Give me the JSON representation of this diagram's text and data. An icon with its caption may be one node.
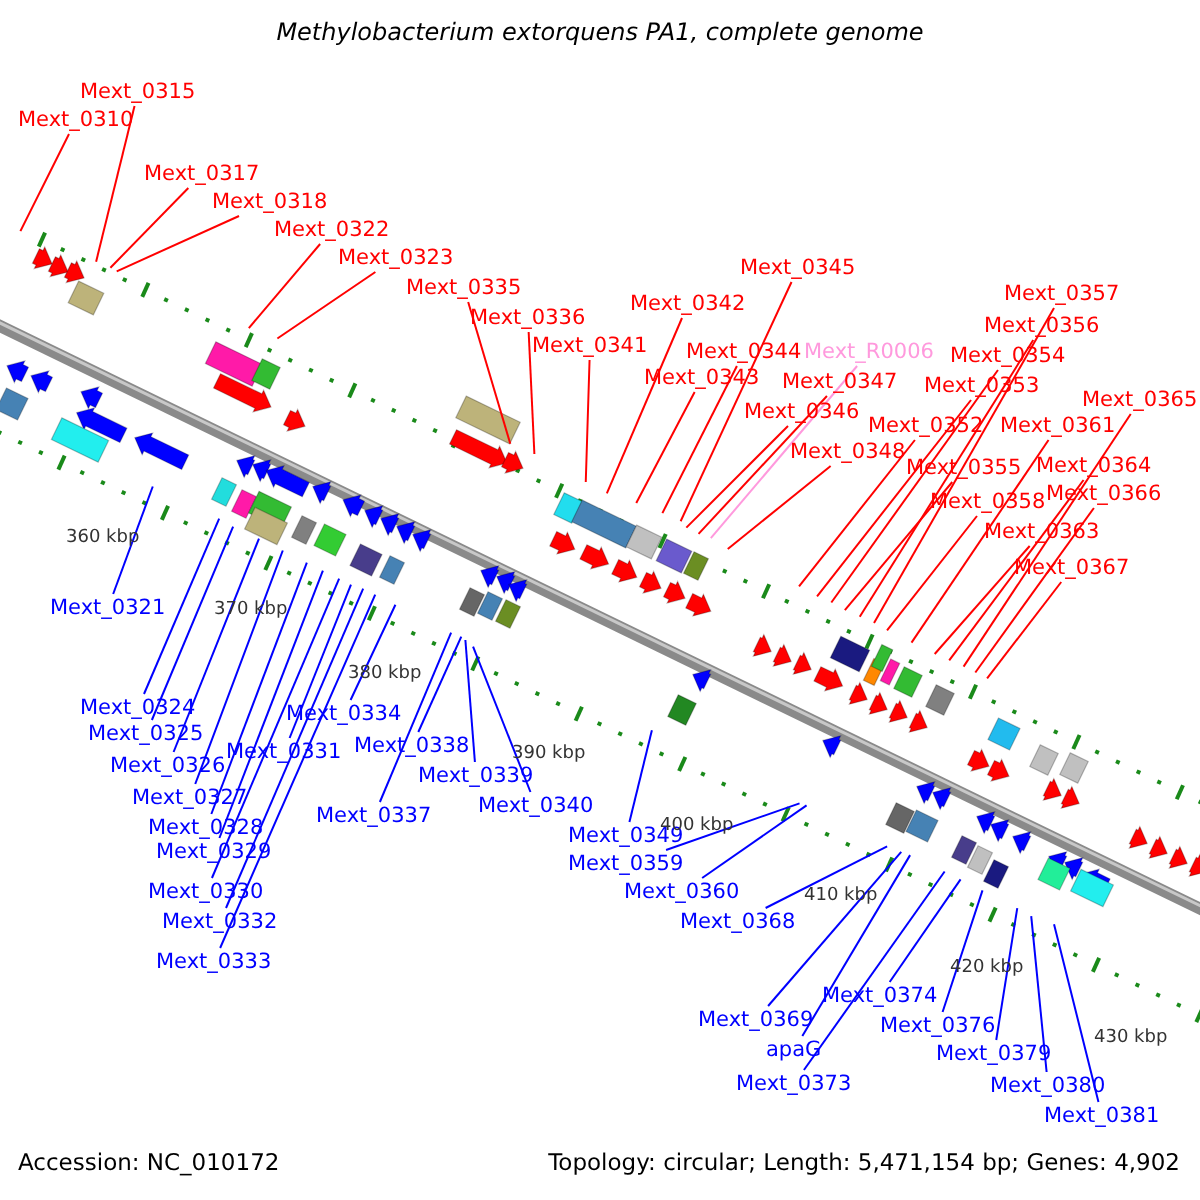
{
  "diagram": {
    "title": "Methylobacterium extorquens PA1, complete genome",
    "nodes": [
      {
        "text": [
          "Mext_0310"
        ]
      },
      {
        "text": [
          "Mext_0315"
        ]
      },
      {
        "text": [
          "Mext_0317"
        ]
      },
      {
        "text": [
          "Mext_0318"
        ]
      },
      {
        "text": [
          "Mext_0322"
        ]
      },
      {
        "text": [
          "Mext_0323"
        ]
      },
      {
        "text": [
          "Mext_0335"
        ]
      },
      {
        "text": [
          "Mext_0336"
        ]
      },
      {
        "text": [
          "Mext_0341"
        ]
      },
      {
        "text": [
          "Mext_0342"
        ]
      },
      {
        "text": [
          "Mext_0345"
        ]
      },
      {
        "text": [
          "Mext_0344"
        ]
      },
      {
        "text": [
          "Mext_0343"
        ]
      },
      {
        "text": [
          "Mext_R0006"
        ]
      },
      {
        "text": [
          "Mext_0347"
        ]
      },
      {
        "text": [
          "Mext_0346"
        ]
      },
      {
        "text": [
          "Mext_0348"
        ]
      },
      {
        "text": [
          "Mext_0357"
        ]
      },
      {
        "text": [
          "Mext_0356"
        ]
      },
      {
        "text": [
          "Mext_0354"
        ]
      },
      {
        "text": [
          "Mext_0353"
        ]
      },
      {
        "text": [
          "Mext_0352"
        ]
      },
      {
        "text": [
          "Mext_0355"
        ]
      },
      {
        "text": [
          "Mext_0358"
        ]
      },
      {
        "text": [
          "Mext_0365"
        ]
      },
      {
        "text": [
          "Mext_0361"
        ]
      },
      {
        "text": [
          "Mext_0364"
        ]
      },
      {
        "text": [
          "Mext_0366"
        ]
      },
      {
        "text": [
          "Mext_0363"
        ]
      },
      {
        "text": [
          "Mext_0367"
        ]
      },
      {
        "text": [
          "Mext_0321"
        ]
      },
      {
        "text": [
          "Mext_0324"
        ]
      },
      {
        "text": [
          "Mext_0325"
        ]
      },
      {
        "text": [
          "Mext_0326"
        ]
      },
      {
        "text": [
          "Mext_0327"
        ]
      },
      {
        "text": [
          "Mext_0328"
        ]
      },
      {
        "text": [
          "Mext_0329"
        ]
      },
      {
        "text": [
          "Mext_0330"
        ]
      },
      {
        "text": [
          "Mext_0332"
        ]
      },
      {
        "text": [
          "Mext_0333"
        ]
      },
      {
        "text": [
          "Mext_0331"
        ]
      },
      {
        "text": [
          "Mext_0334"
        ]
      },
      {
        "text": [
          "Mext_0337"
        ]
      },
      {
        "text": [
          "Mext_0338"
        ]
      },
      {
        "text": [
          "Mext_0339"
        ]
      },
      {
        "text": [
          "Mext_0340"
        ]
      },
      {
        "text": [
          "Mext_0349"
        ]
      },
      {
        "text": [
          "Mext_0359"
        ]
      },
      {
        "text": [
          "Mext_0360"
        ]
      },
      {
        "text": [
          "Mext_0368"
        ]
      },
      {
        "text": [
          "Mext_0369"
        ]
      },
      {
        "text": [
          "apaG"
        ]
      },
      {
        "text": [
          "Mext_0373"
        ]
      },
      {
        "text": [
          "Mext_0374"
        ]
      },
      {
        "text": [
          "Mext_0376"
        ]
      },
      {
        "text": [
          "Mext_0379"
        ]
      },
      {
        "text": [
          "Mext_0380"
        ]
      },
      {
        "text": [
          "Mext_0381"
        ]
      }
    ],
    "edges": [
      {
        "from": 0,
        "to": null,
        "arrow": "none"
      },
      {
        "from": 1,
        "to": null,
        "arrow": "none"
      },
      {
        "from": 2,
        "to": null,
        "arrow": "none"
      },
      {
        "from": 3,
        "to": null,
        "arrow": "none"
      },
      {
        "from": 4,
        "to": null,
        "arrow": "none"
      },
      {
        "from": 5,
        "to": null,
        "arrow": "none"
      },
      {
        "from": 6,
        "to": null,
        "arrow": "none"
      },
      {
        "from": 7,
        "to": null,
        "arrow": "none"
      },
      {
        "from": 8,
        "to": null,
        "arrow": "none"
      },
      {
        "from": 9,
        "to": null,
        "arrow": "none"
      },
      {
        "from": 10,
        "to": null,
        "arrow": "none"
      },
      {
        "from": 11,
        "to": null,
        "arrow": "none"
      },
      {
        "from": 12,
        "to": null,
        "arrow": "none"
      },
      {
        "from": 13,
        "to": null,
        "arrow": "none",
        "color": "#ff99dd"
      },
      {
        "from": 14,
        "to": null,
        "arrow": "none"
      },
      {
        "from": 15,
        "to": null,
        "arrow": "none"
      },
      {
        "from": 16,
        "to": null,
        "arrow": "none"
      },
      {
        "from": 17,
        "to": null,
        "arrow": "none"
      },
      {
        "from": 18,
        "to": null,
        "arrow": "none"
      },
      {
        "from": 19,
        "to": null,
        "arrow": "none"
      },
      {
        "from": 20,
        "to": null,
        "arrow": "none"
      },
      {
        "from": 21,
        "to": null,
        "arrow": "none"
      },
      {
        "from": 22,
        "to": null,
        "arrow": "none"
      },
      {
        "from": 23,
        "to": null,
        "arrow": "none"
      },
      {
        "from": 24,
        "to": null,
        "arrow": "none"
      },
      {
        "from": 25,
        "to": null,
        "arrow": "none"
      },
      {
        "from": 26,
        "to": null,
        "arrow": "none"
      },
      {
        "from": 27,
        "to": null,
        "arrow": "none"
      },
      {
        "from": 28,
        "to": null,
        "arrow": "none"
      },
      {
        "from": 29,
        "to": null,
        "arrow": "none"
      },
      {
        "from": 30,
        "to": null,
        "arrow": "none",
        "color": "#0000ff"
      },
      {
        "from": 31,
        "to": null,
        "arrow": "none",
        "color": "#0000ff"
      },
      {
        "from": 32,
        "to": null,
        "arrow": "none",
        "color": "#0000ff"
      },
      {
        "from": 33,
        "to": null,
        "arrow": "none",
        "color": "#0000ff"
      },
      {
        "from": 34,
        "to": null,
        "arrow": "none",
        "color": "#0000ff"
      },
      {
        "from": 35,
        "to": null,
        "arrow": "none",
        "color": "#0000ff"
      },
      {
        "from": 36,
        "to": null,
        "arrow": "none",
        "color": "#0000ff"
      },
      {
        "from": 37,
        "to": null,
        "arrow": "none",
        "color": "#0000ff"
      },
      {
        "from": 38,
        "to": null,
        "arrow": "none",
        "color": "#0000ff"
      },
      {
        "from": 39,
        "to": null,
        "arrow": "none",
        "color": "#0000ff"
      },
      {
        "from": 40,
        "to": null,
        "arrow": "none",
        "color": "#0000ff"
      },
      {
        "from": 41,
        "to": null,
        "arrow": "none",
        "color": "#0000ff"
      },
      {
        "from": 42,
        "to": null,
        "arrow": "none",
        "color": "#0000ff"
      },
      {
        "from": 43,
        "to": null,
        "arrow": "none",
        "color": "#0000ff"
      },
      {
        "from": 44,
        "to": null,
        "arrow": "none",
        "color": "#0000ff"
      },
      {
        "from": 45,
        "to": null,
        "arrow": "none",
        "color": "#0000ff"
      },
      {
        "from": 46,
        "to": null,
        "arrow": "none",
        "color": "#0000ff"
      },
      {
        "from": 47,
        "to": null,
        "arrow": "none",
        "color": "#0000ff"
      },
      {
        "from": 48,
        "to": null,
        "arrow": "none",
        "color": "#0000ff"
      },
      {
        "from": 49,
        "to": null,
        "arrow": "none",
        "color": "#0000ff"
      },
      {
        "from": 50,
        "to": null,
        "arrow": "none",
        "color": "#0000ff"
      },
      {
        "from": 51,
        "to": null,
        "arrow": "none",
        "color": "#0000ff"
      },
      {
        "from": 52,
        "to": null,
        "arrow": "none",
        "color": "#0000ff"
      },
      {
        "from": 53,
        "to": null,
        "arrow": "none",
        "color": "#0000ff"
      },
      {
        "from": 54,
        "to": null,
        "arrow": "none",
        "color": "#0000ff"
      },
      {
        "from": 55,
        "to": null,
        "arrow": "none",
        "color": "#0000ff"
      },
      {
        "from": 56,
        "to": null,
        "arrow": "none",
        "color": "#0000ff"
      },
      {
        "from": 57,
        "to": null,
        "arrow": "none",
        "color": "#0000ff"
      }
    ],
    "labels": [
      "360 kbp",
      "370 kbp",
      "380 kbp",
      "390 kbp",
      "400 kbp",
      "410 kbp",
      "420 kbp",
      "430 kbp",
      "Accession: NC_010172",
      "Topology: circular; Length: 5,471,154 bp; Genes: 4,902"
    ]
  }
}
